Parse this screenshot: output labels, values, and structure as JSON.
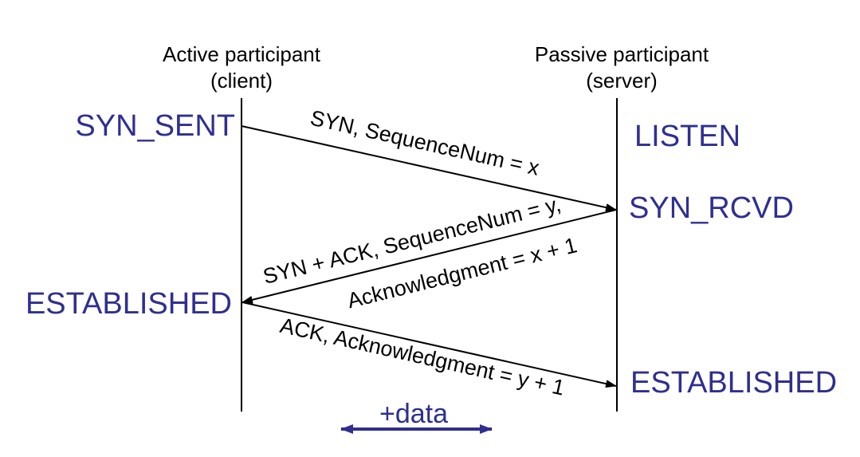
{
  "participants": {
    "client": {
      "name": "Active participant",
      "role": "(client)"
    },
    "server": {
      "name": "Passive participant",
      "role": "(server)"
    }
  },
  "states": {
    "client_syn_sent": "SYN_SENT",
    "client_established": "ESTABLISHED",
    "server_listen": "LISTEN",
    "server_syn_rcvd": "SYN_RCVD",
    "server_established": "ESTABLISHED"
  },
  "messages": {
    "syn": "SYN, SequenceNum = x",
    "synack_line1": "SYN + ACK, SequenceNum = y,",
    "synack_line2": "Acknowledgment = x + 1",
    "ack": "ACK, Acknowledgment = y + 1"
  },
  "data_exchange": {
    "label": "+data"
  },
  "colors": {
    "state": "#2f2f8f",
    "line": "#000000",
    "data_arrow": "#2f2f8f"
  }
}
